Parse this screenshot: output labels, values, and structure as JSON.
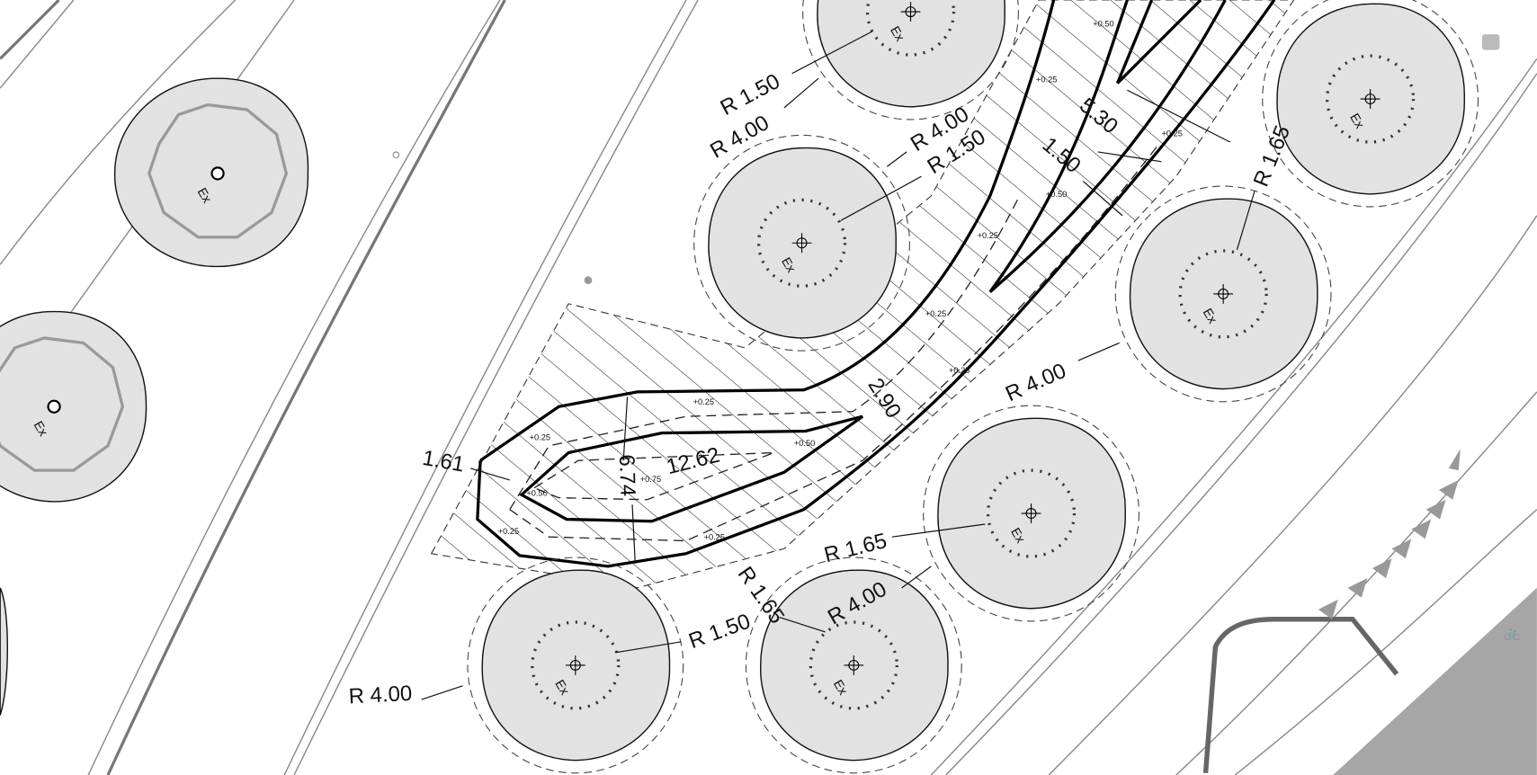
{
  "drawing": {
    "tree_tag": "Ex",
    "dimensions": [
      "R 1.50",
      "R 4.00",
      "R 4.00",
      "R 1.50",
      "5.30",
      "1.50",
      "R 1.65",
      "2.90",
      "R 4.00",
      "1.61",
      "12.62",
      "6.74",
      "R 1.65",
      "R 4.00",
      "R 1.65",
      "R 1.50",
      "R 4.00"
    ],
    "levels": [
      "+0.50",
      "+0.25",
      "+0.25",
      "+0.50",
      "+0.25",
      "+0.25",
      "+0.25",
      "+0.25",
      "+0.25",
      "+0.50",
      "+0.75",
      "+0.50",
      "+0.25",
      "+0.25"
    ]
  },
  "colors": {
    "tree_fill": "#e2e2e2",
    "bike_lane": "#a6a6a6"
  }
}
